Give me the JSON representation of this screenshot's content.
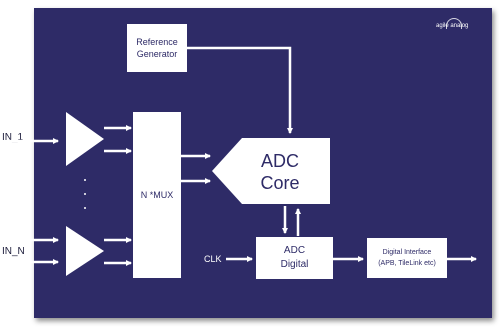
{
  "diagram": {
    "logo_text": "agile analog",
    "inputs": {
      "in1": "IN_1",
      "inn": "IN_N"
    },
    "blocks": {
      "reference_generator": {
        "line1": "Reference",
        "line2": "Generator"
      },
      "mux": "N *MUX",
      "adc_core": {
        "line1": "ADC",
        "line2": "Core"
      },
      "adc_digital": {
        "line1": "ADC",
        "line2": "Digital"
      },
      "digital_interface": {
        "line1": "Digital Interface",
        "line2": "(APB, TileLink etc)"
      }
    },
    "clock_label": "CLK",
    "colors": {
      "panel": "#2e2b67",
      "block": "#ffffff",
      "arrow": "#ffffff",
      "outside_text": "#1b1b3a"
    }
  }
}
